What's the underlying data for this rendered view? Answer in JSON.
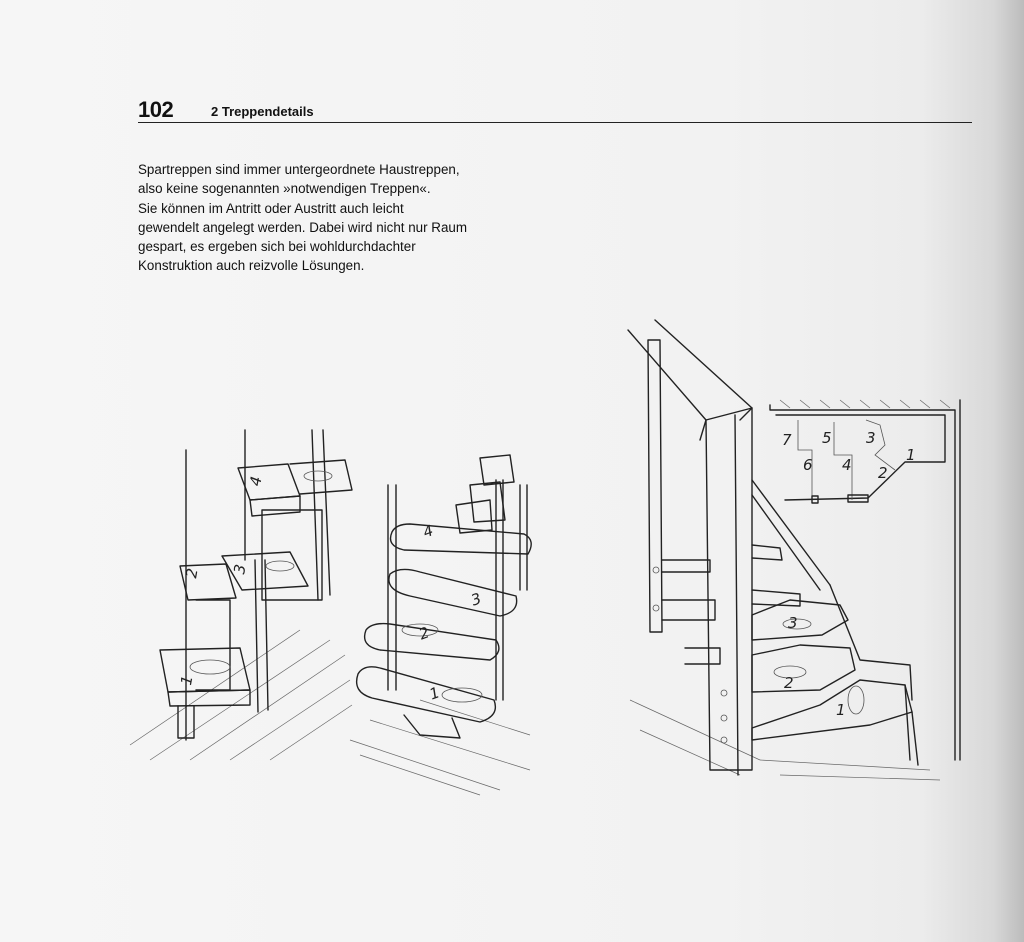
{
  "header": {
    "page_number": "102",
    "chapter_title": "2 Treppendetails"
  },
  "body": {
    "lines": [
      "Spartreppen sind immer untergeordnete Haustreppen,",
      "also keine sogenannten »notwendigen Treppen«.",
      "Sie können im Antritt oder Austritt auch leicht",
      "gewendelt angelegt werden. Dabei wird nicht nur Raum",
      "gespart, es ergeben sich bei wohldurchdachter",
      "Konstruktion auch reizvolle Lösungen."
    ]
  },
  "illustrations": {
    "sketch1_step_numbers": [
      "1",
      "2",
      "3",
      "4"
    ],
    "sketch2_step_numbers": [
      "1",
      "2",
      "3",
      "4"
    ],
    "sketch3_step_numbers": [
      "1",
      "2",
      "3"
    ],
    "plan_step_numbers": [
      "1",
      "2",
      "3",
      "4",
      "5",
      "6",
      "7"
    ]
  }
}
